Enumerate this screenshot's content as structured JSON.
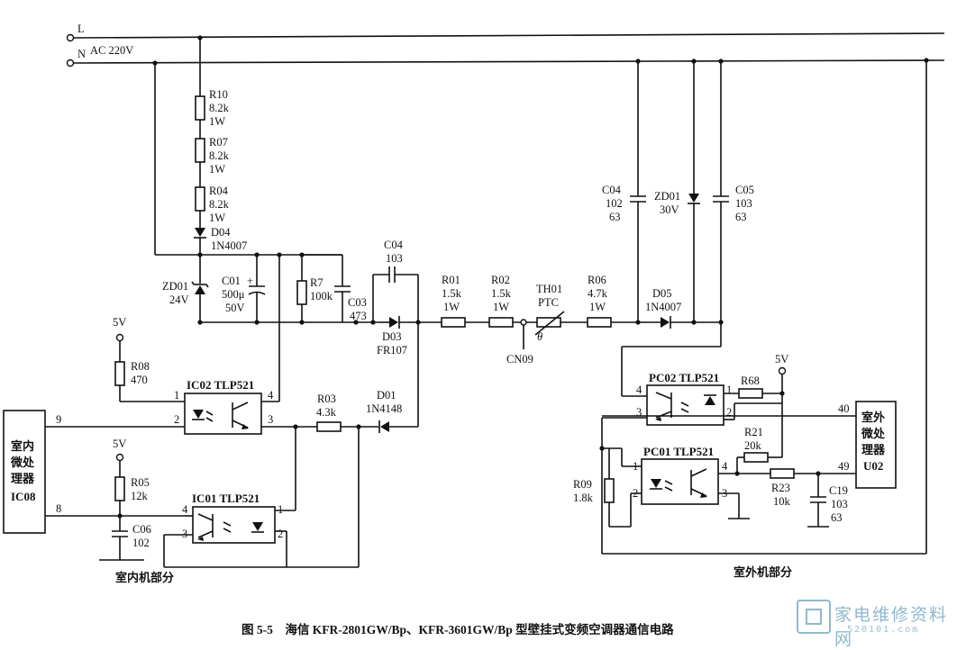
{
  "mains": {
    "line_l": "L",
    "line_n": "N",
    "voltage": "AC 220V"
  },
  "indoor": {
    "mcu_title": "室内微处理器",
    "mcu_label": "IC08",
    "mcu_pin_tx": "9",
    "mcu_pin_rx": "8",
    "section_label": "室内机部分"
  },
  "outdoor": {
    "mcu_title": "室外微处理器",
    "mcu_label": "U02",
    "mcu_pin_a": "40",
    "mcu_pin_b": "49",
    "section_label": "室外机部分"
  },
  "components": {
    "r10": [
      "R10",
      "8.2k",
      "1W"
    ],
    "r07": [
      "R07",
      "8.2k",
      "1W"
    ],
    "r04": [
      "R04",
      "8.2k",
      "1W"
    ],
    "d04": [
      "D04",
      "1N4007"
    ],
    "zd01_in": [
      "ZD01",
      "24V"
    ],
    "c01": [
      "C01",
      "500μ",
      "50V"
    ],
    "r7": [
      "R7",
      "100k"
    ],
    "c03": [
      "C03",
      "473"
    ],
    "c04_in": [
      "C04",
      "103"
    ],
    "d03": [
      "D03",
      "FR107"
    ],
    "r01": [
      "R01",
      "1.5k",
      "1W"
    ],
    "r02": [
      "R02",
      "1.5k",
      "1W"
    ],
    "th01": [
      "TH01",
      "PTC",
      "θ"
    ],
    "cn09": "CN09",
    "r06": [
      "R06",
      "4.7k",
      "1W"
    ],
    "d05": [
      "D05",
      "1N4007"
    ],
    "c04_out": [
      "C04",
      "102",
      "63"
    ],
    "zd01_out": [
      "ZD01",
      "30V"
    ],
    "c05": [
      "C05",
      "103",
      "63"
    ],
    "r08": [
      "R08",
      "470"
    ],
    "ic02": "IC02 TLP521",
    "r03": [
      "R03",
      "4.3k"
    ],
    "d01": [
      "D01",
      "1N4148"
    ],
    "r05": [
      "R05",
      "12k"
    ],
    "c06": [
      "C06",
      "102"
    ],
    "ic01": "IC01 TLP521",
    "pc02": "PC02 TLP521",
    "r68": "R68",
    "r21": [
      "R21",
      "20k"
    ],
    "pc01": "PC01 TLP521",
    "r09": [
      "R09",
      "1.8k"
    ],
    "r23": [
      "R23",
      "10k"
    ],
    "c19": [
      "C19",
      "103",
      "63"
    ],
    "supply_5v": "5V",
    "pins": [
      "1",
      "2",
      "3",
      "4"
    ]
  },
  "caption": "图 5-5　海信 KFR-2801GW/Bp、KFR-3601GW/Bp 型壁挂式变频空调器通信电路",
  "watermark": {
    "brand": "家电维修资料网",
    "url": "520101.com"
  }
}
